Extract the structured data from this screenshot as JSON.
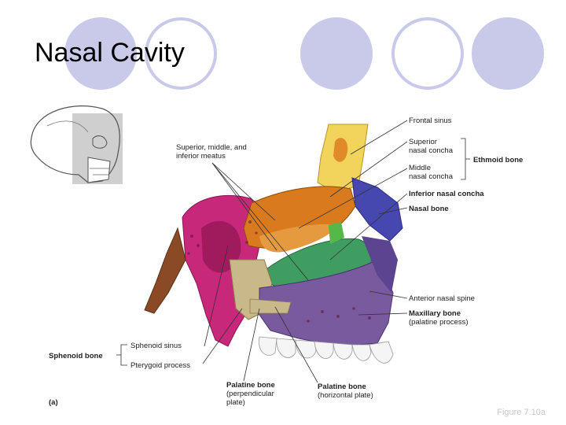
{
  "title": "Nasal Cavity",
  "panel_letter": "(a)",
  "figure_note": "Figure 7.10a",
  "labels": {
    "frontal_sinus": "Frontal sinus",
    "superior_concha_1": "Superior",
    "superior_concha_2": "nasal concha",
    "middle_concha_1": "Middle",
    "middle_concha_2": "nasal concha",
    "ethmoid_bone": "Ethmoid bone",
    "inferior_concha": "Inferior nasal concha",
    "nasal_bone": "Nasal bone",
    "meatus_1": "Superior, middle, and",
    "meatus_2": "inferior meatus",
    "anterior_spine": "Anterior nasal spine",
    "maxillary_1": "Maxillary bone",
    "maxillary_2": "(palatine process)",
    "sphenoid_sinus": "Sphenoid sinus",
    "sphenoid_bone": "Sphenoid bone",
    "pterygoid": "Pterygoid process",
    "palatine_perp_1": "Palatine bone",
    "palatine_perp_2": "(perpendicular",
    "palatine_perp_3": "plate)",
    "palatine_horiz_1": "Palatine bone",
    "palatine_horiz_2": "(horizontal plate)"
  },
  "colors": {
    "accent_circle": "#c9c9ea",
    "sphenoid": "#c7287a",
    "frontal": "#f2d45c",
    "ethmoid_orange": "#d97a1f",
    "inferior_concha": "#3f9d62",
    "nasal_bone": "#4747b0",
    "maxilla": "#7a5a9e",
    "palatine": "#c9b98a"
  }
}
